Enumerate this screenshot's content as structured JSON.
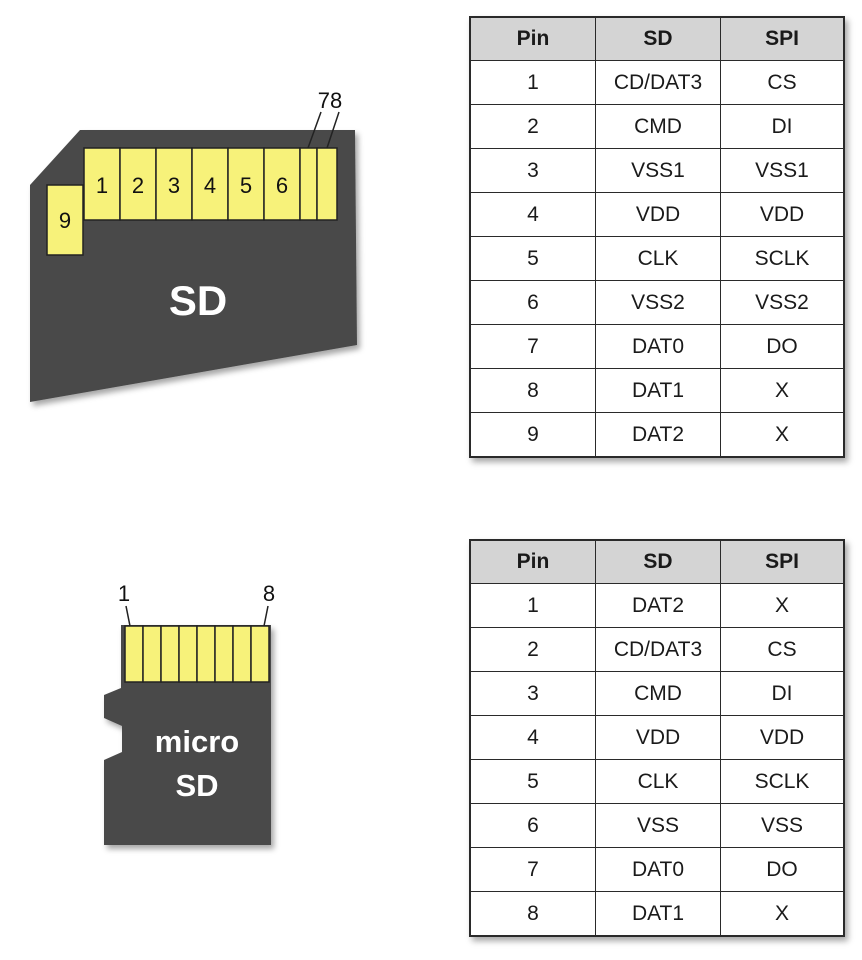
{
  "sd_card": {
    "label": "SD",
    "pad_numbers": [
      "1",
      "2",
      "3",
      "4",
      "5",
      "6"
    ],
    "pad9_number": "9",
    "callout_label": "78",
    "table": {
      "headers": [
        "Pin",
        "SD",
        "SPI"
      ],
      "rows": [
        [
          "1",
          "CD/DAT3",
          "CS"
        ],
        [
          "2",
          "CMD",
          "DI"
        ],
        [
          "3",
          "VSS1",
          "VSS1"
        ],
        [
          "4",
          "VDD",
          "VDD"
        ],
        [
          "5",
          "CLK",
          "SCLK"
        ],
        [
          "6",
          "VSS2",
          "VSS2"
        ],
        [
          "7",
          "DAT0",
          "DO"
        ],
        [
          "8",
          "DAT1",
          "X"
        ],
        [
          "9",
          "DAT2",
          "X"
        ]
      ]
    }
  },
  "micro_sd_card": {
    "label_line1": "micro",
    "label_line2": "SD",
    "callout_first": "1",
    "callout_last": "8",
    "table": {
      "headers": [
        "Pin",
        "SD",
        "SPI"
      ],
      "rows": [
        [
          "1",
          "DAT2",
          "X"
        ],
        [
          "2",
          "CD/DAT3",
          "CS"
        ],
        [
          "3",
          "CMD",
          "DI"
        ],
        [
          "4",
          "VDD",
          "VDD"
        ],
        [
          "5",
          "CLK",
          "SCLK"
        ],
        [
          "6",
          "VSS",
          "VSS"
        ],
        [
          "7",
          "DAT0",
          "DO"
        ],
        [
          "8",
          "DAT1",
          "X"
        ]
      ]
    }
  },
  "colors": {
    "card_body": "#4a4a4a",
    "contact_fill": "#f7f27a",
    "header_fill": "#d4d4d4"
  }
}
